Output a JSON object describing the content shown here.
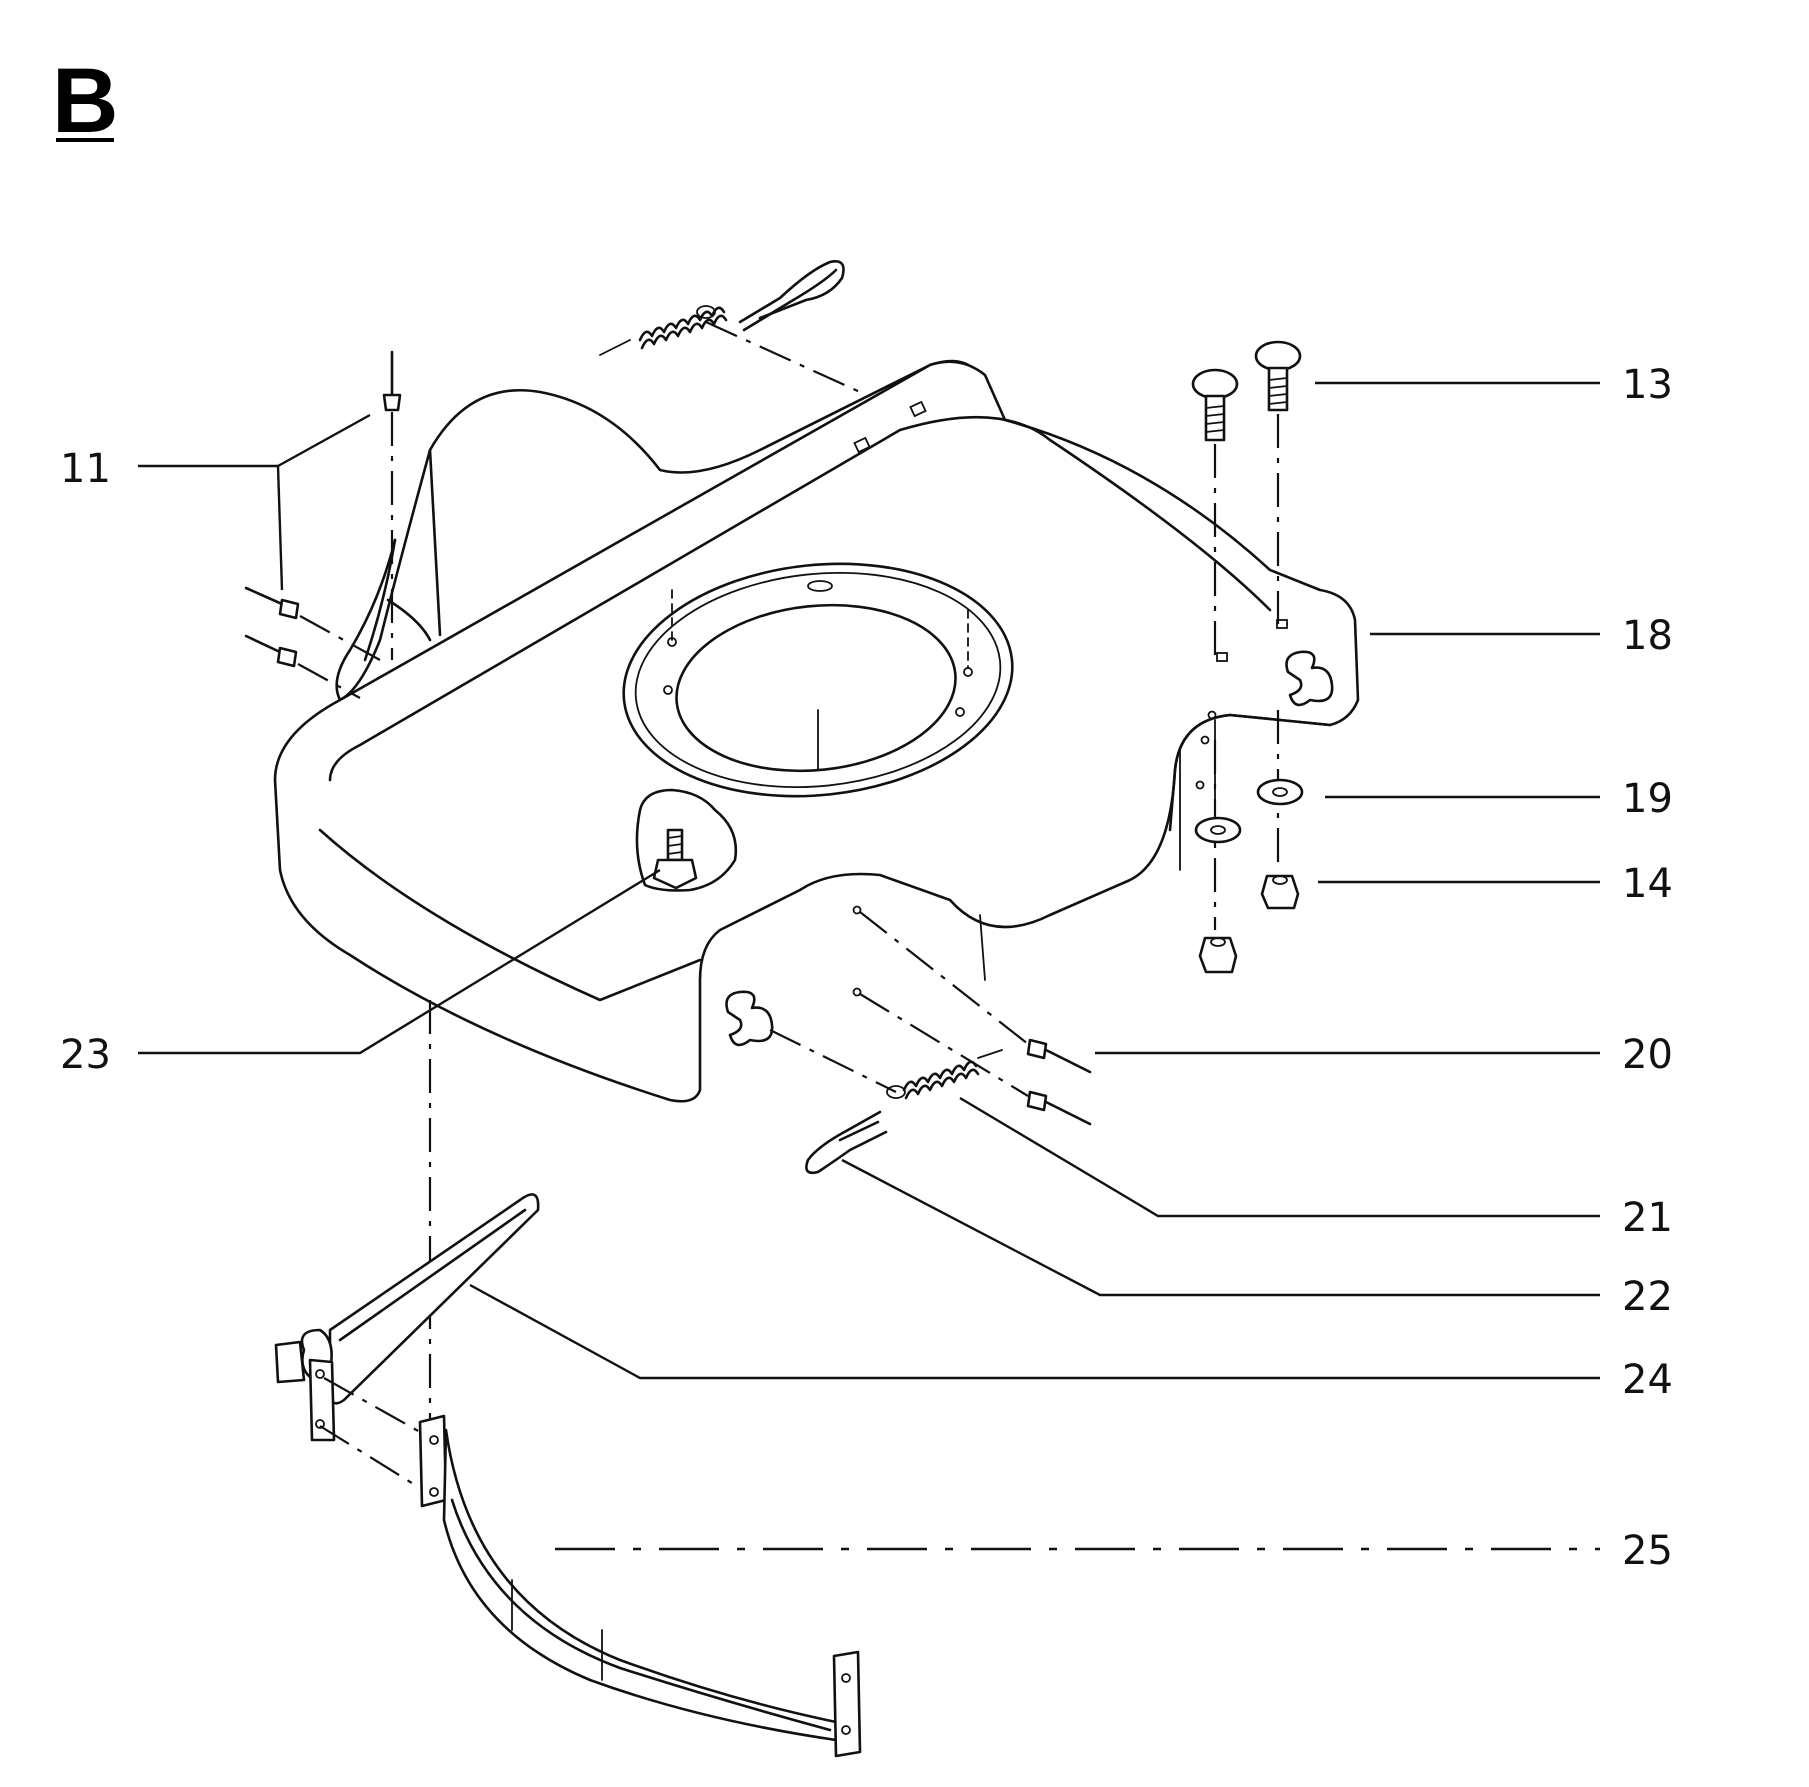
{
  "section": {
    "letter": "B"
  },
  "parts": [
    {
      "id": "11",
      "label": "11"
    },
    {
      "id": "13",
      "label": "13"
    },
    {
      "id": "14",
      "label": "14"
    },
    {
      "id": "18",
      "label": "18"
    },
    {
      "id": "19",
      "label": "19"
    },
    {
      "id": "20",
      "label": "20"
    },
    {
      "id": "21",
      "label": "21"
    },
    {
      "id": "22",
      "label": "22"
    },
    {
      "id": "23",
      "label": "23"
    },
    {
      "id": "24",
      "label": "24"
    },
    {
      "id": "25",
      "label": "25"
    }
  ],
  "colors": {
    "ink": "#111111",
    "background": "#ffffff"
  }
}
